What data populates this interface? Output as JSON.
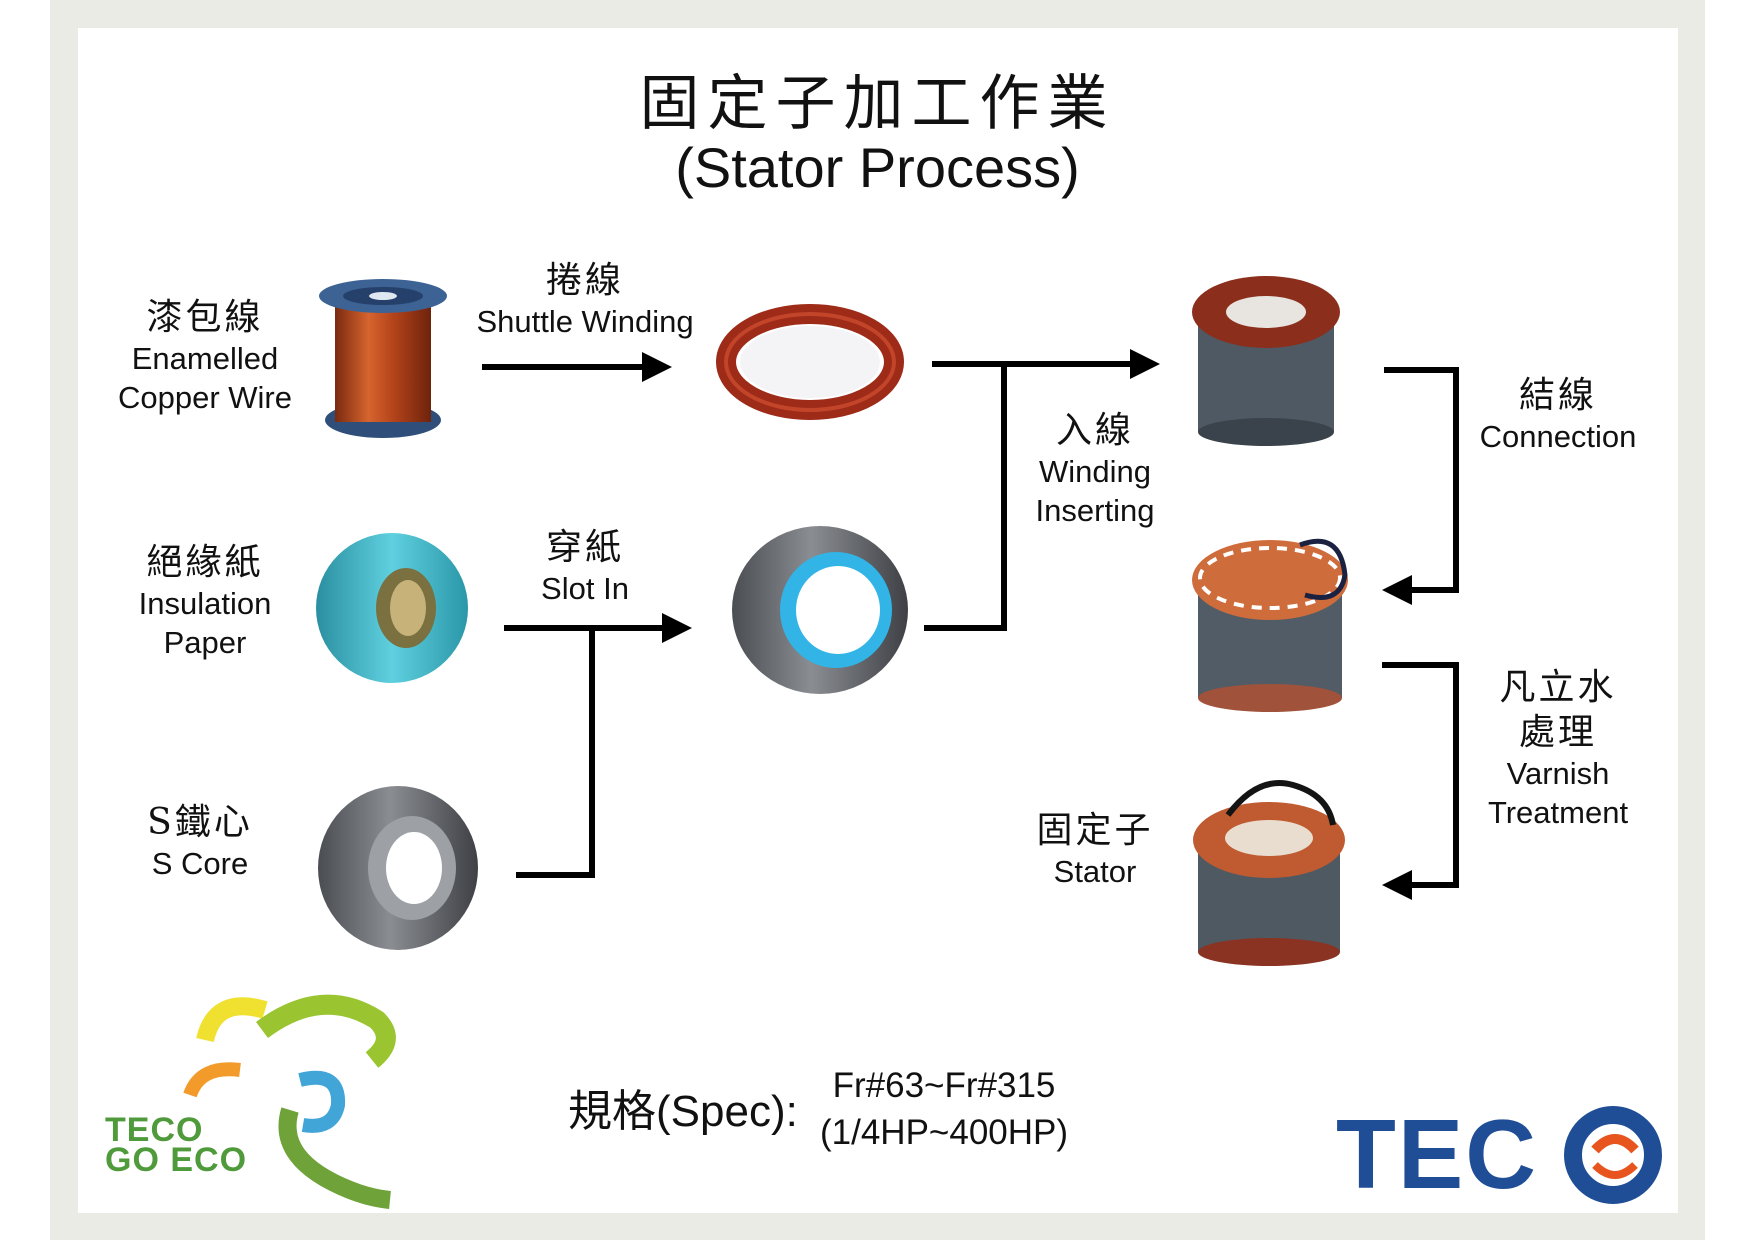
{
  "title": {
    "cn": "固定子加工作業",
    "en": "(Stator Process)"
  },
  "inputs": [
    {
      "cn": "漆包線",
      "en1": "Enamelled",
      "en2": "Copper Wire"
    },
    {
      "cn": "絕緣紙",
      "en1": "Insulation",
      "en2": "Paper"
    },
    {
      "cn": "S鐵心",
      "en1": "S Core"
    }
  ],
  "steps": {
    "winding": {
      "cn": "捲線",
      "en": "Shuttle Winding"
    },
    "slot_in": {
      "cn": "穿紙",
      "en": "Slot In"
    },
    "inserting": {
      "cn": "入線",
      "en1": "Winding",
      "en2": "Inserting"
    },
    "connection": {
      "cn": "結線",
      "en": "Connection"
    },
    "varnish": {
      "cn1": "凡立水",
      "cn2": "處理",
      "en1": "Varnish",
      "en2": "Treatment"
    },
    "stator": {
      "cn": "固定子",
      "en": "Stator"
    }
  },
  "spec": {
    "label": "規格(Spec):",
    "line1": "Fr#63~Fr#315",
    "line2": "(1/4HP~400HP)"
  },
  "logos": {
    "brand": "TECO",
    "eco_line1": "TECO",
    "eco_line2": "GO ECO"
  },
  "colors": {
    "brand_blue": "#1f4e96",
    "eco_green": "#4f9a3b",
    "copper": "#b5441b",
    "insulation_blue": "#38b8cc"
  }
}
